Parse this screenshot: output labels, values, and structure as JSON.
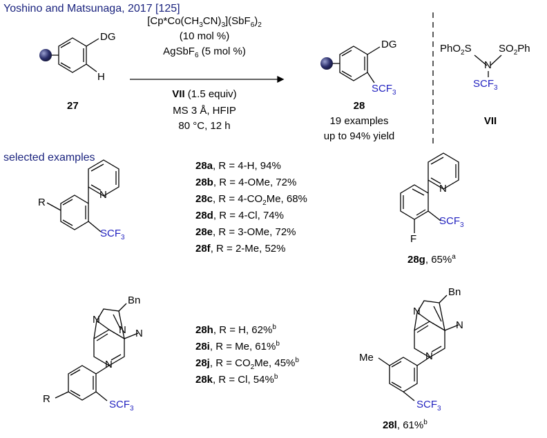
{
  "header": {
    "citation": "Yoshino and Matsunaga, 2017 [125]"
  },
  "reaction": {
    "catalyst": "[Cp*Co(CH3CN)3](SbF6)2",
    "catalyst_loading": "(10 mol %)",
    "additive": "AgSbF6 (5 mol %)",
    "reagent_label": "VII",
    "reagent_amount": " (1.5 equiv)",
    "conditions_1": "MS 3 Å, HFIP",
    "conditions_2": "80 °C, 12 h",
    "substrate_label": "27",
    "product_label": "28",
    "product_examples": "19 examples",
    "product_yield": "up to 94% yield",
    "substrate_dg": "DG",
    "substrate_h": "H",
    "product_dg": "DG",
    "product_scf3": "SCF3"
  },
  "reagent": {
    "label": "VII",
    "left_group": "PhO2S",
    "right_group": "SO2Ph",
    "n_atom": "N",
    "s_atom": "S",
    "scf3": "SCF3"
  },
  "examples": {
    "heading": "selected examples",
    "group1": [
      {
        "id": "28a",
        "text": ", R = 4-H, 94%",
        "sup": ""
      },
      {
        "id": "28b",
        "text": ", R = 4-OMe, 72%",
        "sup": ""
      },
      {
        "id": "28c",
        "text": ", R = 4-CO2Me, 68%",
        "sup": ""
      },
      {
        "id": "28d",
        "text": ", R = 4-Cl, 74%",
        "sup": ""
      },
      {
        "id": "28e",
        "text": ", R = 3-OMe, 72%",
        "sup": ""
      },
      {
        "id": "28f",
        "text": ", R = 2-Me, 52%",
        "sup": ""
      }
    ],
    "group2": [
      {
        "id": "28h",
        "text": ", R = H, 62%",
        "sup": "b"
      },
      {
        "id": "28i",
        "text": ", R = Me, 61%",
        "sup": "b"
      },
      {
        "id": "28j",
        "text": ", R = CO2Me, 45%",
        "sup": "b"
      },
      {
        "id": "28k",
        "text": ", R = Cl, 54%",
        "sup": "b"
      }
    ],
    "ex_28g": {
      "id": "28g",
      "text": ", 65%",
      "sup": "a"
    },
    "ex_28l": {
      "id": "28l",
      "text": ", 61%",
      "sup": "b"
    }
  },
  "atoms": {
    "r": "R",
    "n": "N",
    "f": "F",
    "me": "Me",
    "bn": "Bn",
    "scf3": "SCF3"
  },
  "colors": {
    "blue": "#1f1fbf",
    "navy": "#1a237e",
    "ball": "#2b2f6b"
  }
}
